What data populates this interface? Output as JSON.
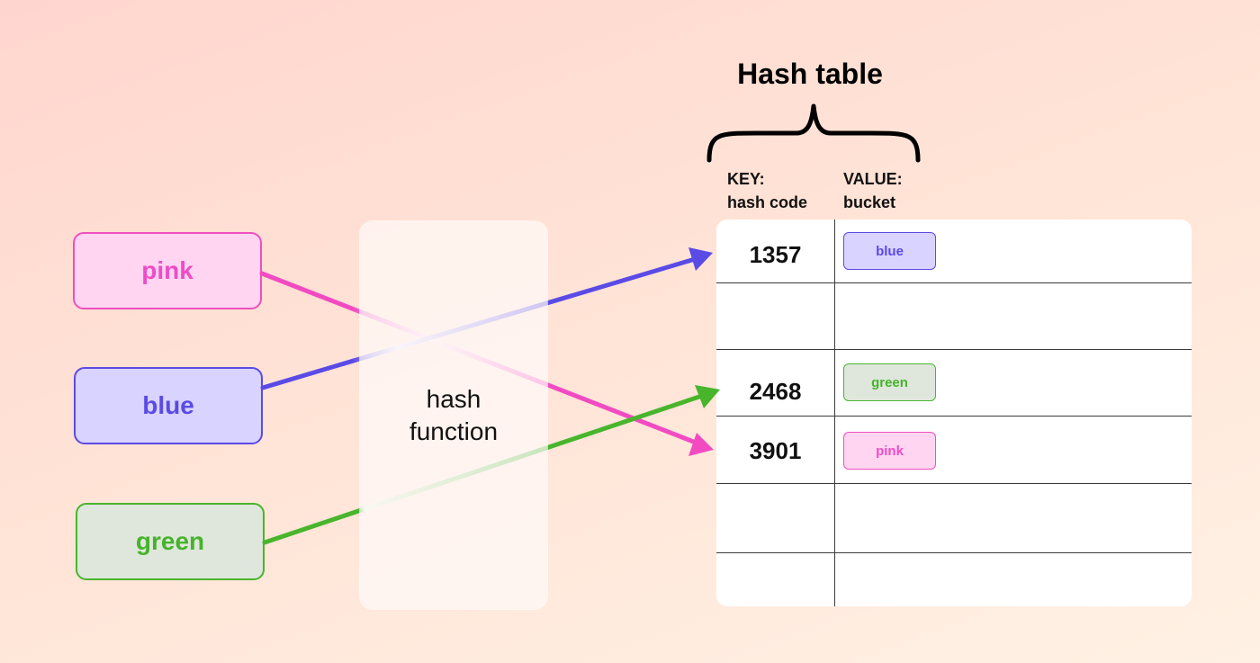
{
  "title": "Hash table",
  "headers": {
    "key_line1": "KEY:",
    "key_line2": "hash code",
    "value_line1": "VALUE:",
    "value_line2": "bucket"
  },
  "keys": [
    {
      "label": "pink",
      "color": "#ef4cc6"
    },
    {
      "label": "blue",
      "color": "#5a4ae6"
    },
    {
      "label": "green",
      "color": "#47b32a"
    }
  ],
  "hash_function": "hash\nfunction",
  "rows": [
    {
      "hash_code": "1357",
      "bucket": "blue"
    },
    {
      "hash_code": "",
      "bucket": ""
    },
    {
      "hash_code": "2468",
      "bucket": "green"
    },
    {
      "hash_code": "3901",
      "bucket": "pink"
    },
    {
      "hash_code": "",
      "bucket": ""
    },
    {
      "hash_code": "",
      "bucket": ""
    }
  ]
}
